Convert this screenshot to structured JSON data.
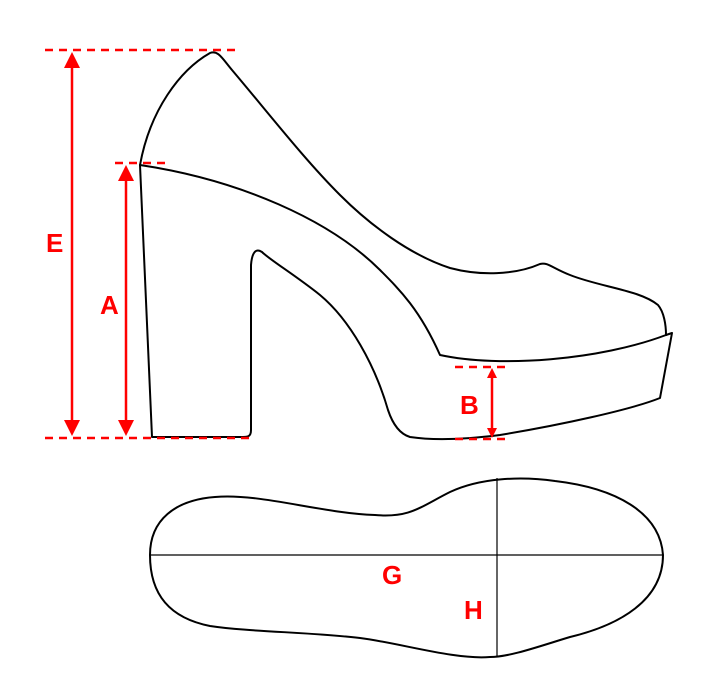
{
  "labels": {
    "E": "E",
    "A": "A",
    "B": "B",
    "G": "G",
    "H": "H"
  },
  "colors": {
    "measurement": "#ff0000",
    "outline": "#000000",
    "background": "#ffffff"
  }
}
